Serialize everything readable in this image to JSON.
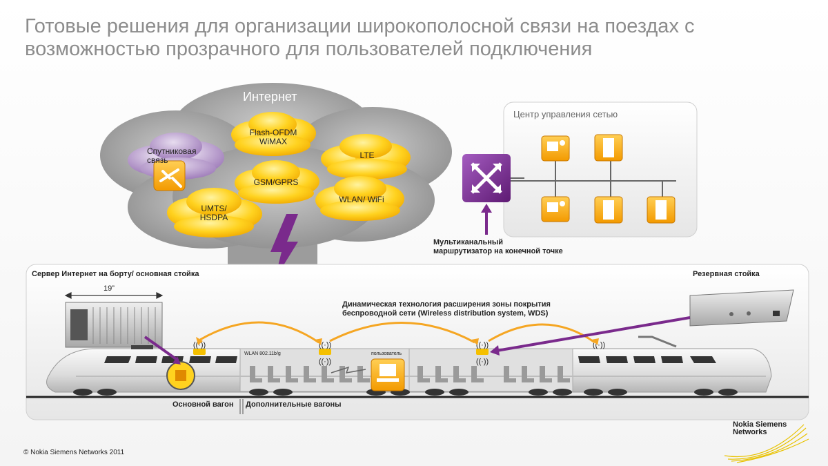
{
  "title": "Готовые решения для организации широкополосной связи на поездах с возможностью прозрачного для пользователей подключения",
  "internet": {
    "label": "Интернет",
    "clouds": {
      "satellite": "Спутниковая связь",
      "flash_ofdm_line1": "Flash-OFDM",
      "flash_ofdm_line2": "WiMAX",
      "lte": "LTE",
      "gsm": "GSM/GPRS",
      "wlan": "WLAN/ WiFi",
      "umts_line1": "UMTS/",
      "umts_line2": "HSDPA"
    }
  },
  "noc": {
    "title": "Центр управления сетью"
  },
  "router_label": {
    "line1": "Мультиканальный",
    "line2": "маршрутизатор на конечной точке"
  },
  "train_panel": {
    "main_rack": "Сервер Интернет на борту/ основная стойка",
    "rack_size": "19”",
    "backup_rack": "Резервная стойка",
    "wds_line1": "Динамическая технология расширения зоны покрытия",
    "wds_line2": "беспроводной сети (Wireless distribution system, WDS)",
    "wlan_label": "WLAN 802.11b/g",
    "user_label": "пользователь",
    "main_car": "Основной вагон",
    "extra_cars": "Дополнительные вагоны"
  },
  "footer": "© Nokia Siemens Networks 2011",
  "logo": {
    "line1": "Nokia Siemens",
    "line2": "Networks"
  },
  "colors": {
    "cloud_yellow": "#ffd21f",
    "cloud_purple": "#9b77b7",
    "router_purple": "#7a2a8c",
    "orange": "#f5a623",
    "storm_gray": "#a9a9a9"
  }
}
